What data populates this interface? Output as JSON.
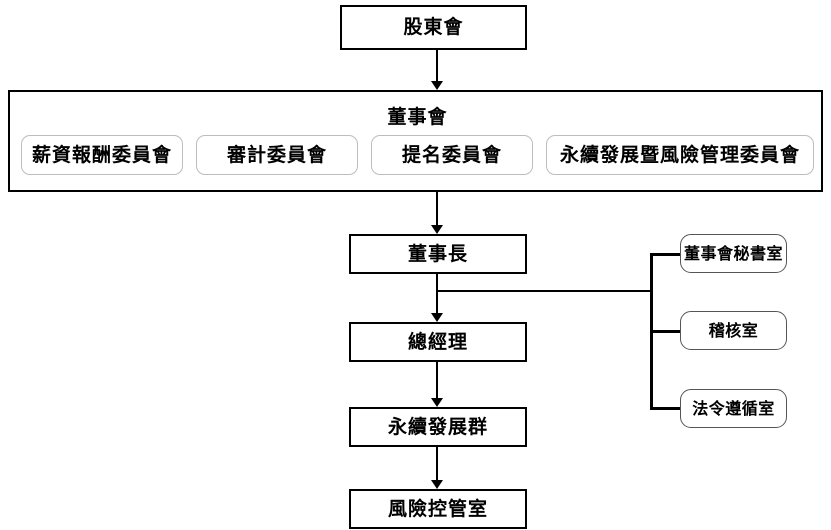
{
  "diagram": {
    "title": "Corporate Governance Organization Chart",
    "type": "org-chart",
    "colors": {
      "line": "#000000",
      "box_border": "#000000",
      "pill_border": "#bdbdbd",
      "pill_border_dark": "#555555",
      "background": "#ffffff",
      "text": "#000000"
    },
    "shareholders": {
      "label": "股東會"
    },
    "board": {
      "label": "董事會",
      "committees": [
        {
          "label": "薪資報酬委員會"
        },
        {
          "label": "審計委員會"
        },
        {
          "label": "提名委員會"
        },
        {
          "label": "永續發展暨風險管理委員會"
        }
      ]
    },
    "chain": [
      {
        "label": "董事長"
      },
      {
        "label": "總經理"
      },
      {
        "label": "永續發展群"
      },
      {
        "label": "風險控管室"
      }
    ],
    "staff_units": [
      {
        "label": "董事會秘書室"
      },
      {
        "label": "稽核室"
      },
      {
        "label": "法令遵循室"
      }
    ]
  }
}
